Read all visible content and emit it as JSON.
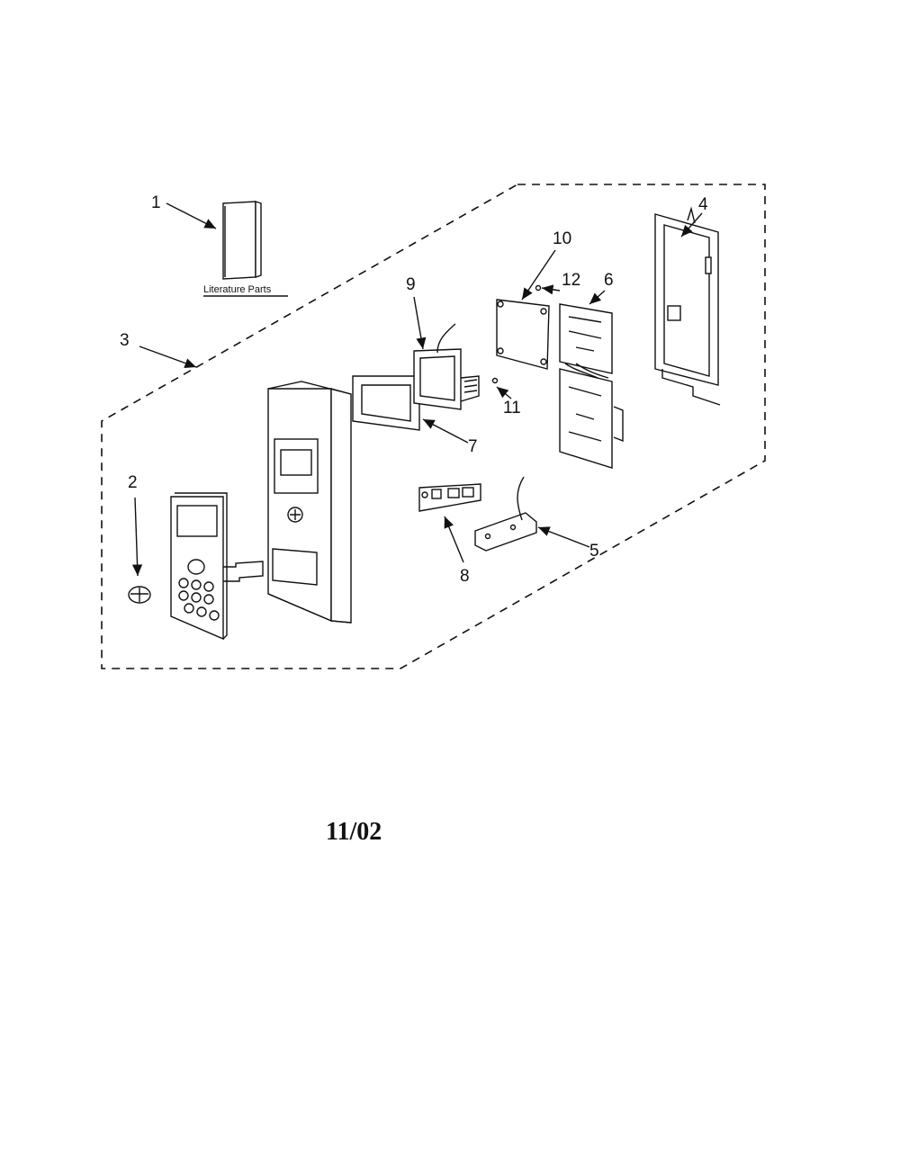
{
  "diagram": {
    "literature_label": "Literature Parts",
    "date_code": "11/02",
    "callouts": {
      "c1": "1",
      "c2": "2",
      "c3": "3",
      "c4": "4",
      "c5": "5",
      "c6": "6",
      "c7": "7",
      "c8": "8",
      "c9": "9",
      "c10": "10",
      "c11": "11",
      "c12": "12"
    }
  }
}
